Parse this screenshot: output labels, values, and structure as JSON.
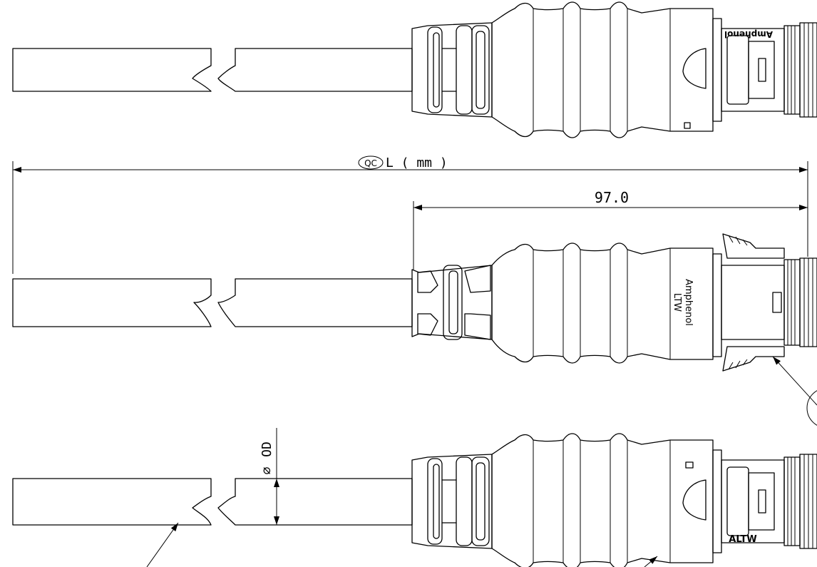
{
  "dimensions": {
    "overall_length": {
      "symbol": "QC",
      "label": "L ( mm )"
    },
    "overmold_length": {
      "value": "97.0"
    },
    "cable_diameter": {
      "label": "OD",
      "symbol": "⌀"
    }
  },
  "markings": {
    "brand_top_view": "Amphenol",
    "brand_side_view_line1": "Amphenol",
    "brand_side_view_line2": "LTW",
    "brand_bottom_view": "ALTW"
  }
}
